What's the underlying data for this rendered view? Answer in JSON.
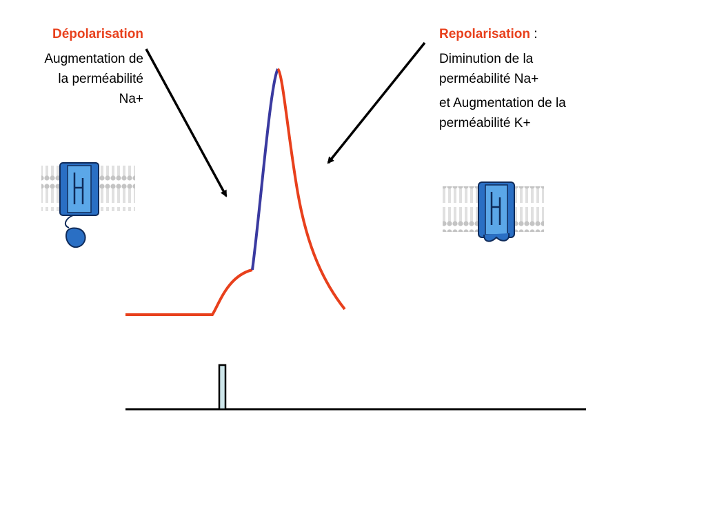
{
  "left": {
    "title": "Dépolarisation",
    "text_lines": [
      "Augmentation de",
      "la perméabilité",
      "Na+"
    ]
  },
  "right": {
    "title": "Repolarisation",
    "title_suffix": " :",
    "para1_lines": [
      "Diminution de la",
      "perméabilité Na+"
    ],
    "para2_lines": [
      "et Augmentation de la",
      "perméabilité K+"
    ]
  },
  "colors": {
    "accent_red": "#e8401c",
    "depolarization_blue": "#3a3aa0",
    "channel_blue": "#2a6fc4",
    "channel_light": "#5ba7e8",
    "membrane_gray": "#c8c8c8",
    "stimulus_fill": "#cde6ea"
  },
  "icons": {
    "left_channel": "sodium-channel-icon",
    "right_channel": "potassium-channel-icon"
  }
}
